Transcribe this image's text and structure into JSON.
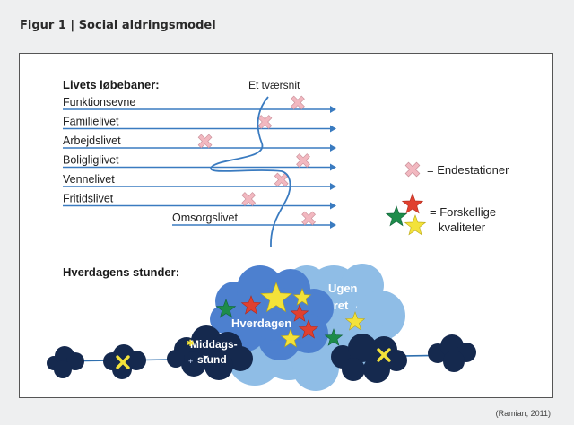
{
  "figure": {
    "number_label": "Figur  1  |",
    "title": "Social aldringsmodel",
    "citation": "(Ramian, 2011)"
  },
  "life_courses": {
    "heading": "Livets løbebaner:",
    "cross_section_label": "Et tværsnit",
    "lanes": [
      {
        "label": "Funktionsevne",
        "marker_position": 0.86
      },
      {
        "label": "Familielivet",
        "marker_position": 0.74
      },
      {
        "label": "Arbejdslivet",
        "marker_position": 0.52
      },
      {
        "label": "Boligliglivet",
        "marker_position": 0.88
      },
      {
        "label": "Vennelivet",
        "marker_position": 0.8
      },
      {
        "label": "Fritidslivet",
        "marker_position": 0.68
      },
      {
        "label": "Omsorgslivet",
        "marker_position": 0.9
      }
    ]
  },
  "legend": {
    "end_stations_label": "= Endestationer",
    "qualities_label_line1": "= Forskellige",
    "qualities_label_line2": "kvaliteter",
    "colors": {
      "cross_marker": "#f2b8c0",
      "star_green": "#1e8c4a",
      "star_red": "#e0402f",
      "star_yellow": "#f3e23a"
    }
  },
  "daily_moments": {
    "heading": "Hverdagens stunder:",
    "cloud_everyday": "Hverdagen",
    "cloud_week_year_line1": "Ugen",
    "cloud_week_year_line2": "-Året",
    "cloud_midday_line1": "Middags-",
    "cloud_midday_line2": "stund",
    "colors": {
      "dark_cloud": "#15294e",
      "week_cloud": "#8fbde6",
      "everyday_cloud": "#4d80cf",
      "timeline": "#2f6fae"
    }
  }
}
